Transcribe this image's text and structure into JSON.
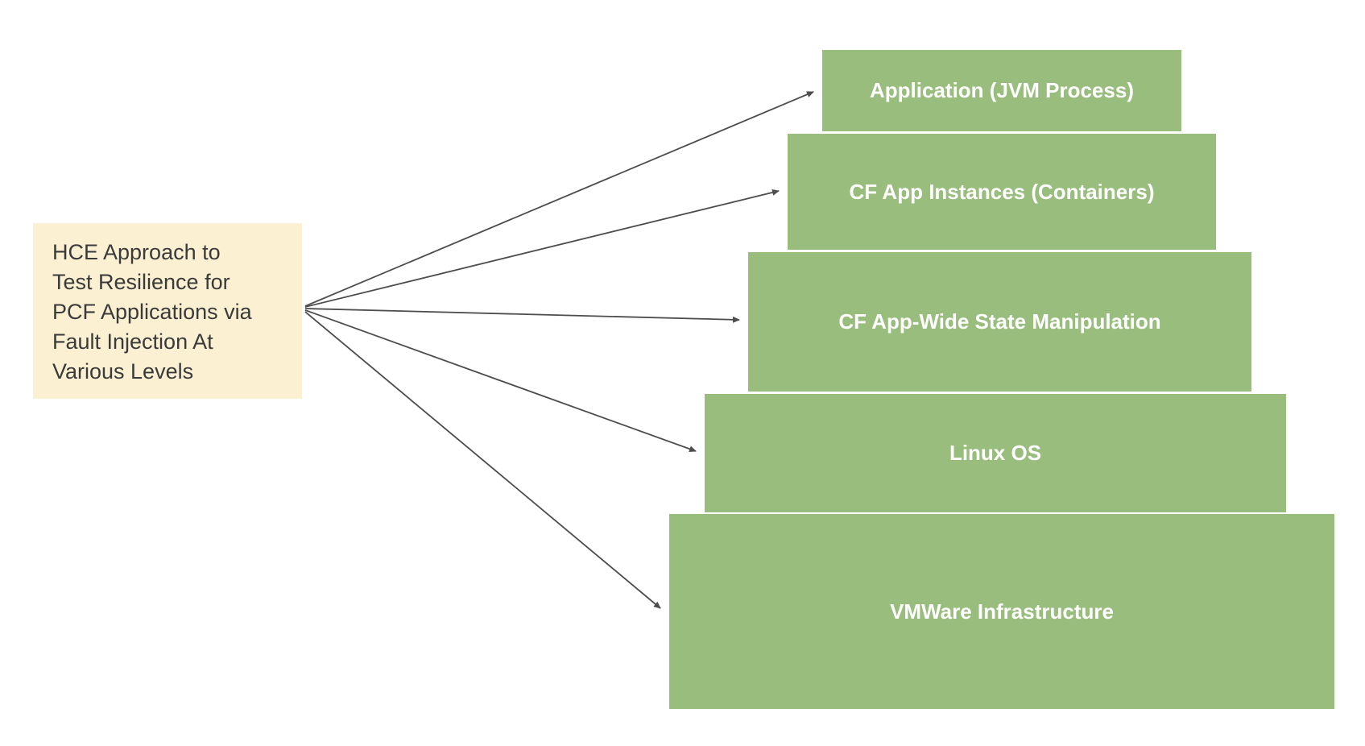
{
  "title_box": {
    "text": "HCE Approach to\nTest Resilience for\nPCF Applications via\nFault Injection At\nVarious Levels"
  },
  "levels": [
    {
      "label": "Application (JVM Process)"
    },
    {
      "label": "CF App Instances (Containers)"
    },
    {
      "label": "CF App-Wide State Manipulation"
    },
    {
      "label": "Linux OS"
    },
    {
      "label": "VMWare Infrastructure"
    }
  ],
  "colors": {
    "level_box_bg": "#98BD7C",
    "level_box_text": "#FFFFFF",
    "title_box_bg": "#FBF0D2",
    "title_box_text": "#3A3A3A",
    "arrow": "#4D4D4D"
  }
}
